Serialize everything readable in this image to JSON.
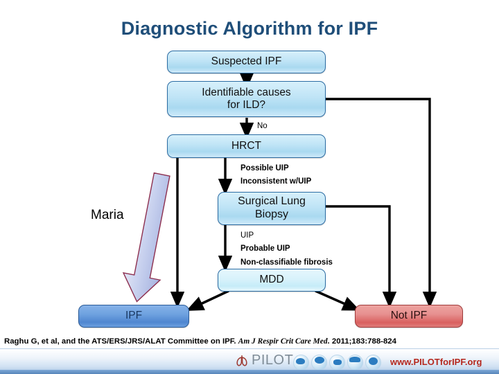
{
  "slide": {
    "title": "Diagnostic Algorithm for IPF"
  },
  "flowchart": {
    "nodes": [
      {
        "id": "suspected-ipf",
        "label": "Suspected IPF"
      },
      {
        "id": "identifiable-causes",
        "label": "Identifiable causes\nfor ILD?"
      },
      {
        "id": "hrct",
        "label": "HRCT"
      },
      {
        "id": "surgical-lung-biopsy",
        "label": "Surgical Lung\nBiopsy"
      },
      {
        "id": "mdd",
        "label": "MDD"
      },
      {
        "id": "ipf",
        "label": "IPF"
      },
      {
        "id": "not-ipf",
        "label": "Not IPF"
      }
    ],
    "edge_labels": {
      "no": "No",
      "hrct_possible_uip": "Possible UIP",
      "hrct_inconsistent_uip": "Inconsistent w/UIP",
      "biopsy_uip": "UIP",
      "biopsy_probable_uip": "Probable UIP",
      "biopsy_non_classifiable": "Non-classifiable fibrosis"
    }
  },
  "annotation": {
    "maria_label": "Maria"
  },
  "citation": {
    "prefix": "Raghu G, et al, and the ATS/ERS/JRS/ALAT Committee on IPF. ",
    "journal": "Am J Respir Crit Care Med",
    "suffix": ". 2011;183:788-824"
  },
  "footer": {
    "logo_word": "PILOT",
    "logo_tm": "™",
    "url": "www.PILOTforIPF.org"
  },
  "colors": {
    "title": "#1f4e79",
    "node_blue_border": "#2b6ca3",
    "ipf_blue": "#4f86d0",
    "not_ipf_red": "#d9605f",
    "url_red": "#b5281e",
    "maria_arrow_fill": "#b9c3e8",
    "maria_arrow_stroke": "#8d2f4f"
  }
}
